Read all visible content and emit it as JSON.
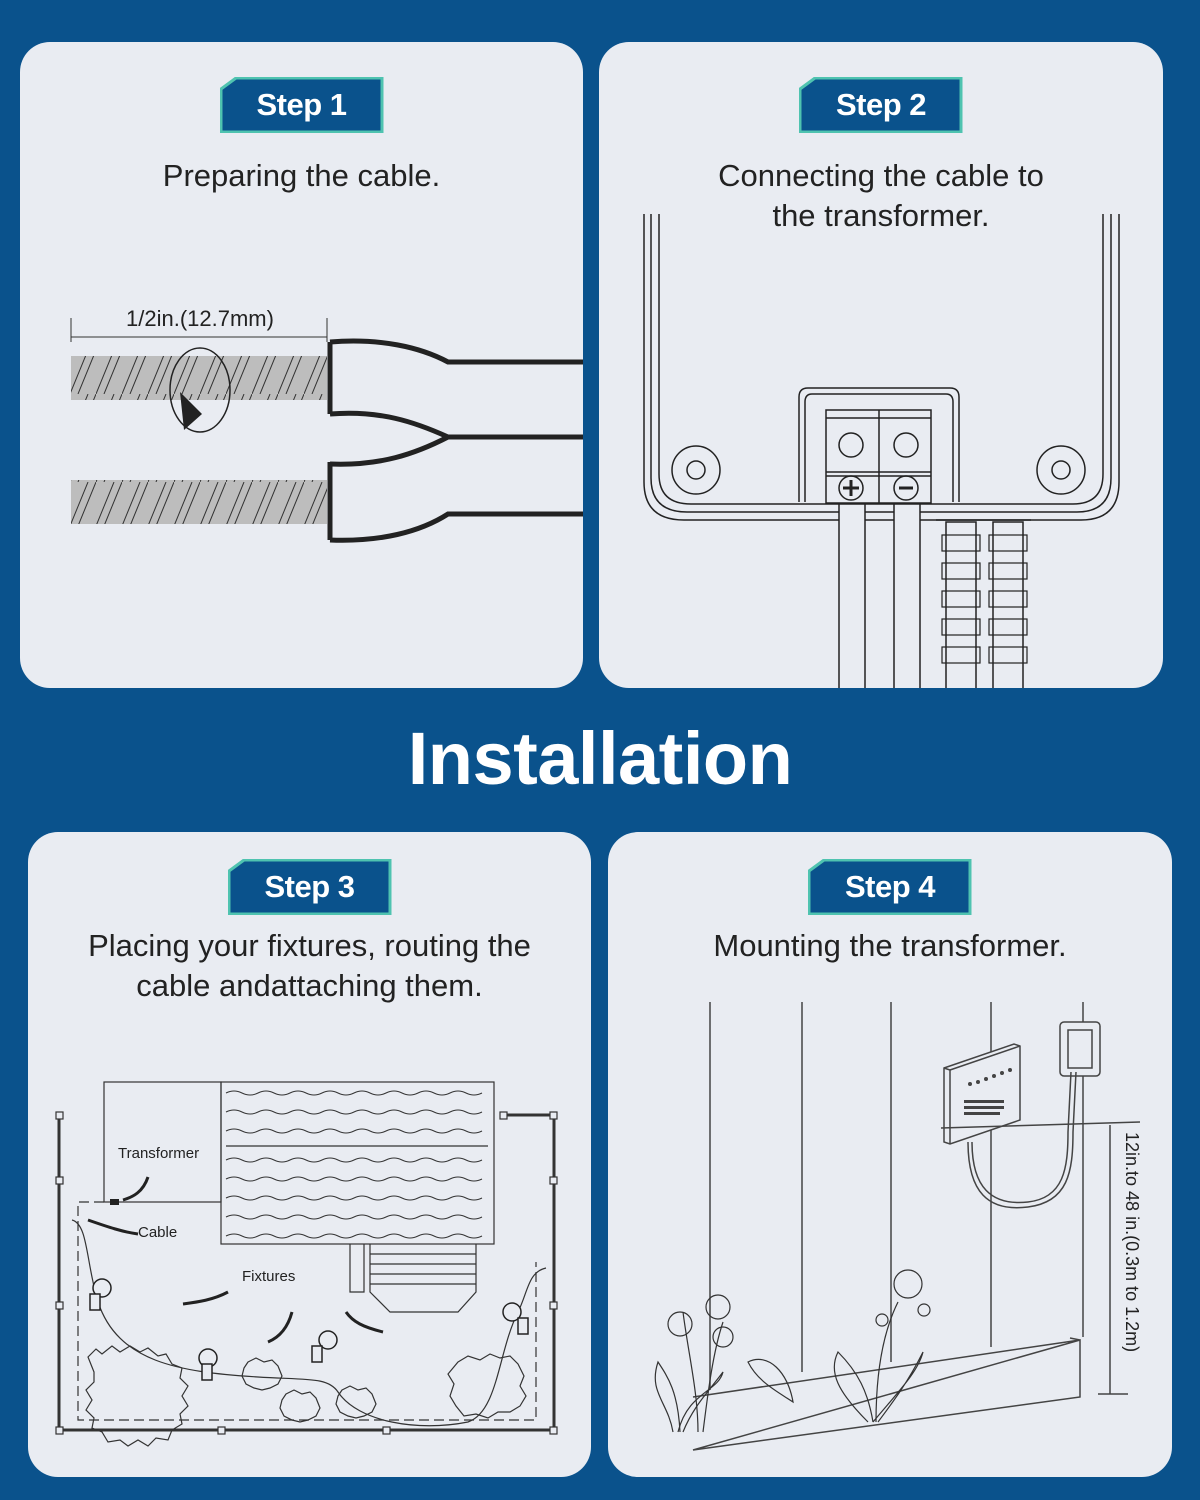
{
  "title": "Installation",
  "colors": {
    "background": "#0a528c",
    "card": "#e9ecf2",
    "badge_fill": "#0a528c",
    "badge_border": "#4fc3b0",
    "text": "#222222"
  },
  "steps": [
    {
      "badge": "Step 1",
      "description_lines": [
        "Preparing the cable."
      ],
      "illustration": {
        "type": "cable-strip-diagram",
        "labels": [
          "1/2in.(12.7mm)"
        ]
      }
    },
    {
      "badge": "Step 2",
      "description_lines": [
        "Connecting the cable to",
        "the transformer."
      ],
      "illustration": {
        "type": "transformer-terminal-diagram",
        "terminals": [
          "plus",
          "minus"
        ]
      }
    },
    {
      "badge": "Step 3",
      "description_lines": [
        "Placing your fixtures, routing the",
        "cable andattaching them."
      ],
      "illustration": {
        "type": "yard-layout-diagram",
        "labels": [
          "Transformer",
          "Cable",
          "Fixtures"
        ]
      }
    },
    {
      "badge": "Step 4",
      "description_lines": [
        "Mounting the transformer."
      ],
      "illustration": {
        "type": "wall-mount-diagram",
        "labels": [
          "12in.to 48 in.(0.3m to 1.2m)"
        ]
      }
    }
  ]
}
